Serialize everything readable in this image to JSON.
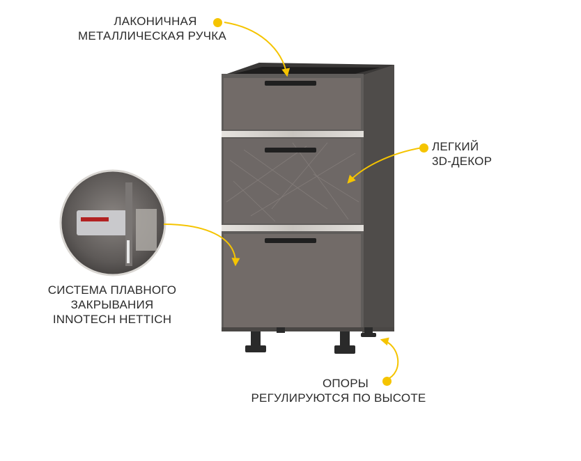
{
  "colors": {
    "accent": "#F5C400",
    "cabinet_body": "#5f5c5a",
    "cabinet_front": "#726b68",
    "decor_panel": "#6e6866",
    "trim": "#d9d6d2",
    "handle": "#1f1f1f",
    "text": "#2b2b2b"
  },
  "callouts": {
    "handle": {
      "line1": "ЛАКОНИЧНАЯ",
      "line2": "МЕТАЛЛИЧЕСКАЯ РУЧКА"
    },
    "decor": {
      "line1": "ЛЕГКИЙ",
      "line2": "3D-ДЕКОР"
    },
    "soft_close": {
      "line1": "СИСТЕМА ПЛАВНОГО",
      "line2": "ЗАКРЫВАНИЯ",
      "line3": "INNOTECH HETTICH"
    },
    "legs": {
      "line1": "ОПОРЫ",
      "line2": "РЕГУЛИРУЮТСЯ ПО ВЫСОТЕ"
    }
  },
  "icons": {
    "accent_dot": "yellow-dot-icon",
    "pointer": "curved-arrow-icon"
  }
}
